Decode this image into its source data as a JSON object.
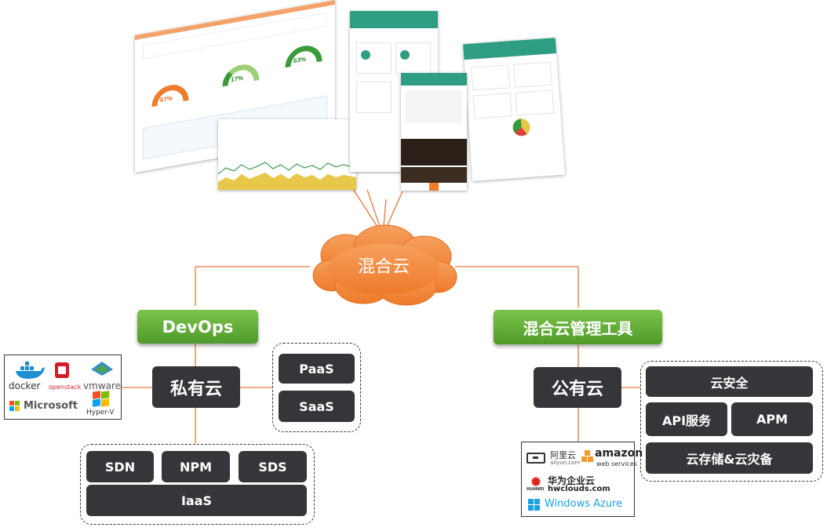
{
  "center": {
    "label": "混合云"
  },
  "left": {
    "devops": "DevOps",
    "private_cloud": "私有云",
    "services": [
      "PaaS",
      "SaaS"
    ],
    "iaas_group": {
      "items": [
        "SDN",
        "NPM",
        "SDS"
      ],
      "base": "IaaS"
    },
    "logos": {
      "docker": "docker",
      "openstack": "openstack",
      "vmware": "vmware",
      "microsoft": "Microsoft",
      "hyperv": "Hyper-V"
    }
  },
  "right": {
    "tool": "混合云管理工具",
    "public_cloud": "公有云",
    "services": {
      "security": "云安全",
      "api": "API服务",
      "apm": "APM",
      "storage": "云存储&云灾备"
    },
    "logos": {
      "aliyun": "阿里云",
      "aliyun_url": "aliyun.com",
      "amazon": "amazon",
      "amazon_sub": "web services",
      "huawei": "华为企业云",
      "huawei_url": "hwclouds.com",
      "huawei_brand": "HUAWEI",
      "azure": "Windows Azure"
    }
  },
  "dashboard": {
    "gauges": [
      "67%",
      "17%",
      "63%"
    ]
  },
  "colors": {
    "accent": "#f07c28",
    "green": "#5aa935",
    "dark_box": "#35363a",
    "teal": "#2f9d82"
  }
}
